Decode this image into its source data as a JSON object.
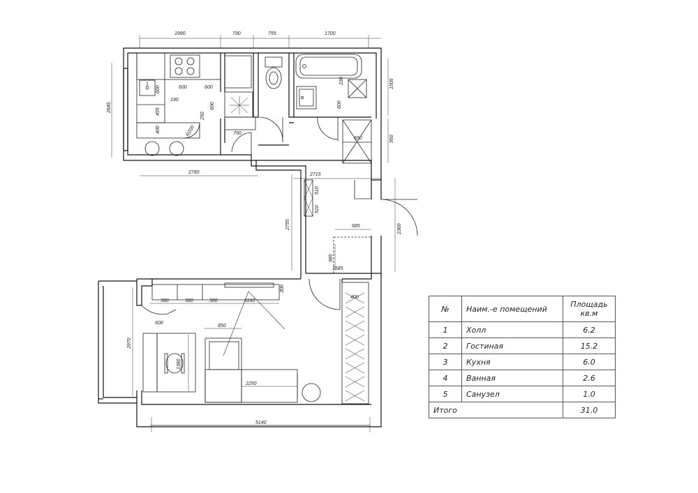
{
  "dimensions": {
    "top_1990": "1990",
    "top_790": "790",
    "top_755": "755",
    "top_1700": "1700",
    "left_2645": "2645",
    "right_1505": "1505",
    "right_950": "950",
    "kitchen_2780": "2780",
    "kitchen_600_a": "600",
    "kitchen_600_b": "600",
    "kitchen_600_c": "600",
    "kitchen_190": "190",
    "kitchen_455": "455",
    "kitchen_400": "400",
    "kitchen_250": "250",
    "kitchen_r200": "R200",
    "kitchen_600_d": "600",
    "kitchen_790": "790",
    "bath_230": "230",
    "bath_600": "600",
    "hall_650": "650",
    "hall_2715": "2715",
    "hall_510_a": "510",
    "hall_510_b": "510",
    "hall_2755": "2755",
    "hall_685": "685",
    "hall_2360": "2360",
    "hall_985": "985",
    "hall_1585": "1585",
    "living_580_a": "580",
    "living_580_b": "580",
    "living_580_c": "580",
    "living_1160": "1160",
    "living_300": "300",
    "living_400": "400",
    "living_600": "600",
    "living_2970": "2970",
    "living_850": "850",
    "living_1380": "1380",
    "living_2250": "2250",
    "living_5140": "5140"
  },
  "table": {
    "header": {
      "num": "№",
      "name": "Наим.-е помещений",
      "area_line1": "Площадь",
      "area_line2": "кв.м"
    },
    "rows": [
      {
        "num": "1",
        "name": "Холл",
        "area": "6.2"
      },
      {
        "num": "2",
        "name": "Гостиная",
        "area": "15.2"
      },
      {
        "num": "3",
        "name": "Кухня",
        "area": "6.0"
      },
      {
        "num": "4",
        "name": "Ванная",
        "area": "2.6"
      },
      {
        "num": "5",
        "name": "Санузел",
        "area": "1.0"
      }
    ],
    "total": {
      "label": "Итого",
      "area": "31.0"
    }
  }
}
